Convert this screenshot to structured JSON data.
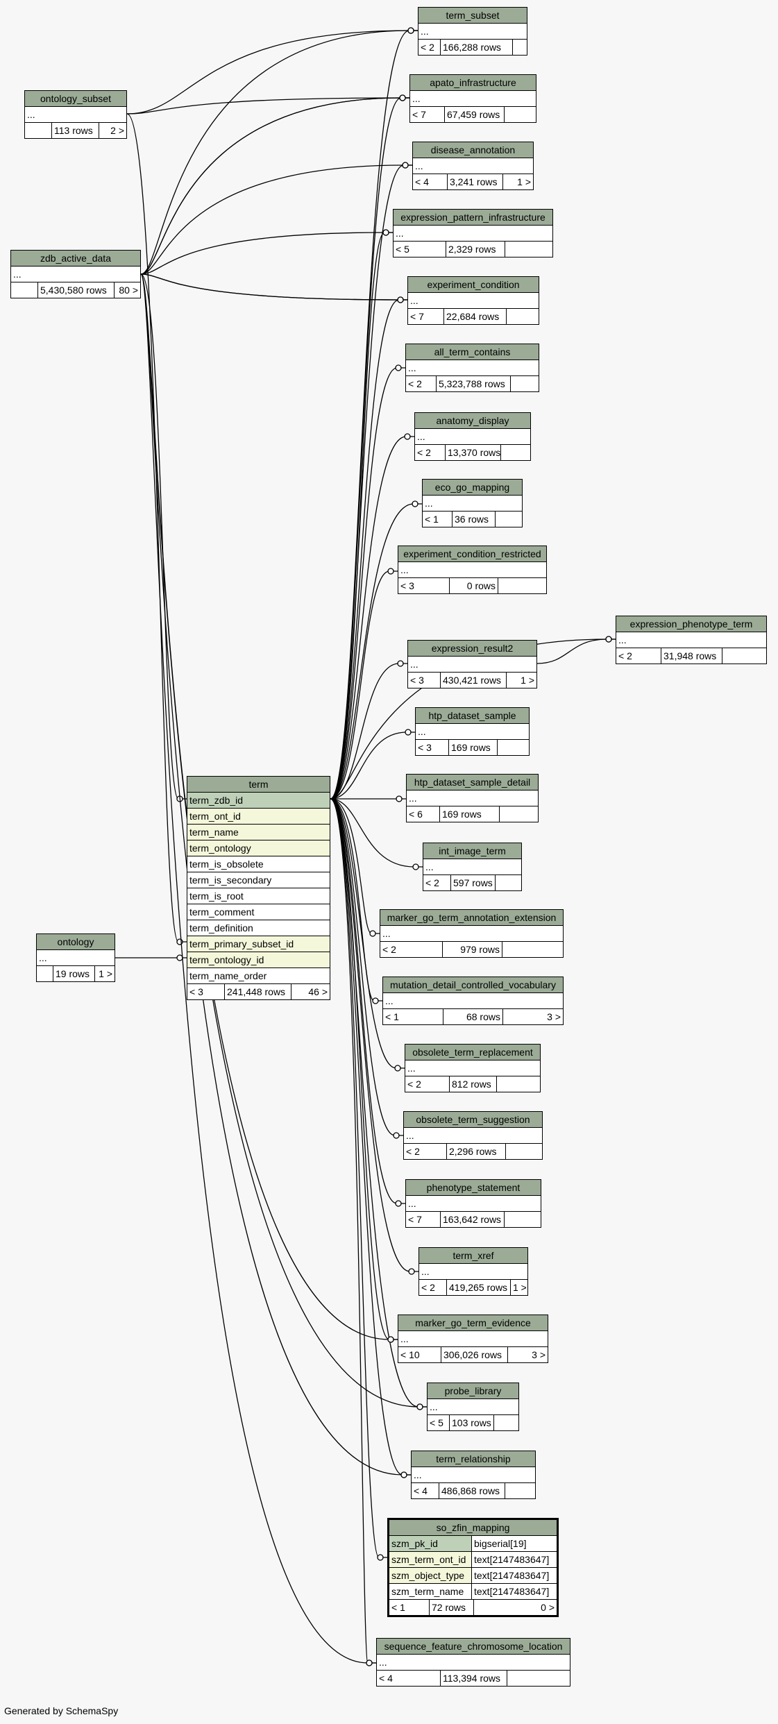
{
  "footer": "Generated by SchemaSpy",
  "tables": {
    "term_subset": {
      "name": "term_subset",
      "row": "...",
      "footer": [
        "< 2",
        "166,288 rows",
        ""
      ]
    },
    "apato_infrastructure": {
      "name": "apato_infrastructure",
      "row": "...",
      "footer": [
        "< 7",
        "67,459 rows",
        ""
      ]
    },
    "ontology_subset": {
      "name": "ontology_subset",
      "row": "...",
      "footer": [
        "",
        "113 rows",
        "2 >"
      ]
    },
    "disease_annotation": {
      "name": "disease_annotation",
      "row": "...",
      "footer": [
        "< 4",
        "3,241 rows",
        "1 >"
      ]
    },
    "expression_pattern_infrastructure": {
      "name": "expression_pattern_infrastructure",
      "row": "...",
      "footer": [
        "< 5",
        "2,329 rows",
        ""
      ]
    },
    "zdb_active_data": {
      "name": "zdb_active_data",
      "row": "...",
      "footer": [
        "",
        "5,430,580 rows",
        "80 >"
      ]
    },
    "experiment_condition": {
      "name": "experiment_condition",
      "row": "...",
      "footer": [
        "< 7",
        "22,684 rows",
        ""
      ]
    },
    "all_term_contains": {
      "name": "all_term_contains",
      "row": "...",
      "footer": [
        "< 2",
        "5,323,788 rows",
        ""
      ]
    },
    "anatomy_display": {
      "name": "anatomy_display",
      "row": "...",
      "footer": [
        "< 2",
        "13,370 rows",
        ""
      ]
    },
    "eco_go_mapping": {
      "name": "eco_go_mapping",
      "row": "...",
      "footer": [
        "< 1",
        "36 rows",
        ""
      ]
    },
    "experiment_condition_restricted": {
      "name": "experiment_condition_restricted",
      "row": "...",
      "footer": [
        "< 3",
        "0 rows",
        ""
      ]
    },
    "expression_phenotype_term": {
      "name": "expression_phenotype_term",
      "row": "...",
      "footer": [
        "< 2",
        "31,948 rows",
        ""
      ]
    },
    "expression_result2": {
      "name": "expression_result2",
      "row": "...",
      "footer": [
        "< 3",
        "430,421 rows",
        "1 >"
      ]
    },
    "htp_dataset_sample": {
      "name": "htp_dataset_sample",
      "row": "...",
      "footer": [
        "< 3",
        "169 rows",
        ""
      ]
    },
    "htp_dataset_sample_detail": {
      "name": "htp_dataset_sample_detail",
      "row": "...",
      "footer": [
        "< 6",
        "169 rows",
        ""
      ]
    },
    "int_image_term": {
      "name": "int_image_term",
      "row": "...",
      "footer": [
        "< 2",
        "597 rows",
        ""
      ]
    },
    "marker_go_term_annotation_extension": {
      "name": "marker_go_term_annotation_extension",
      "row": "...",
      "footer": [
        "< 2",
        "979 rows",
        ""
      ]
    },
    "mutation_detail_controlled_vocabulary": {
      "name": "mutation_detail_controlled_vocabulary",
      "row": "...",
      "footer": [
        "< 1",
        "68 rows",
        "3 >"
      ]
    },
    "obsolete_term_replacement": {
      "name": "obsolete_term_replacement",
      "row": "...",
      "footer": [
        "< 2",
        "812 rows",
        ""
      ]
    },
    "obsolete_term_suggestion": {
      "name": "obsolete_term_suggestion",
      "row": "...",
      "footer": [
        "< 2",
        "2,296 rows",
        ""
      ]
    },
    "phenotype_statement": {
      "name": "phenotype_statement",
      "row": "...",
      "footer": [
        "< 7",
        "163,642 rows",
        ""
      ]
    },
    "term_xref": {
      "name": "term_xref",
      "row": "...",
      "footer": [
        "< 2",
        "419,265 rows",
        "1 >"
      ]
    },
    "marker_go_term_evidence": {
      "name": "marker_go_term_evidence",
      "row": "...",
      "footer": [
        "< 10",
        "306,026 rows",
        "3 >"
      ]
    },
    "probe_library": {
      "name": "probe_library",
      "row": "...",
      "footer": [
        "< 5",
        "103 rows",
        ""
      ]
    },
    "term_relationship": {
      "name": "term_relationship",
      "row": "...",
      "footer": [
        "< 4",
        "486,868 rows",
        ""
      ]
    },
    "sequence_feature_chromosome_location": {
      "name": "sequence_feature_chromosome_location",
      "row": "...",
      "footer": [
        "< 4",
        "113,394 rows",
        ""
      ]
    },
    "ontology": {
      "name": "ontology",
      "row": "...",
      "footer": [
        "",
        "19 rows",
        "1 >"
      ]
    }
  },
  "term": {
    "name": "term",
    "columns": [
      {
        "name": "term_zdb_id",
        "kind": "pk"
      },
      {
        "name": "term_ont_id",
        "kind": "fk"
      },
      {
        "name": "term_name",
        "kind": "fk"
      },
      {
        "name": "term_ontology",
        "kind": "fk"
      },
      {
        "name": "term_is_obsolete",
        "kind": "plain"
      },
      {
        "name": "term_is_secondary",
        "kind": "plain"
      },
      {
        "name": "term_is_root",
        "kind": "plain"
      },
      {
        "name": "term_comment",
        "kind": "plain"
      },
      {
        "name": "term_definition",
        "kind": "plain"
      },
      {
        "name": "term_primary_subset_id",
        "kind": "fk"
      },
      {
        "name": "term_ontology_id",
        "kind": "fk"
      },
      {
        "name": "term_name_order",
        "kind": "plain"
      }
    ],
    "footer": [
      "< 3",
      "241,448 rows",
      "46 >"
    ]
  },
  "so_zfin_mapping": {
    "name": "so_zfin_mapping",
    "columns": [
      {
        "name": "szm_pk_id",
        "type": "bigserial[19]",
        "kind": "pk"
      },
      {
        "name": "szm_term_ont_id",
        "type": "text[2147483647]",
        "kind": "fk"
      },
      {
        "name": "szm_object_type",
        "type": "text[2147483647]",
        "kind": "fk"
      },
      {
        "name": "szm_term_name",
        "type": "text[2147483647]",
        "kind": "plain"
      }
    ],
    "footer": [
      "< 1",
      "72 rows",
      "0 >"
    ]
  }
}
